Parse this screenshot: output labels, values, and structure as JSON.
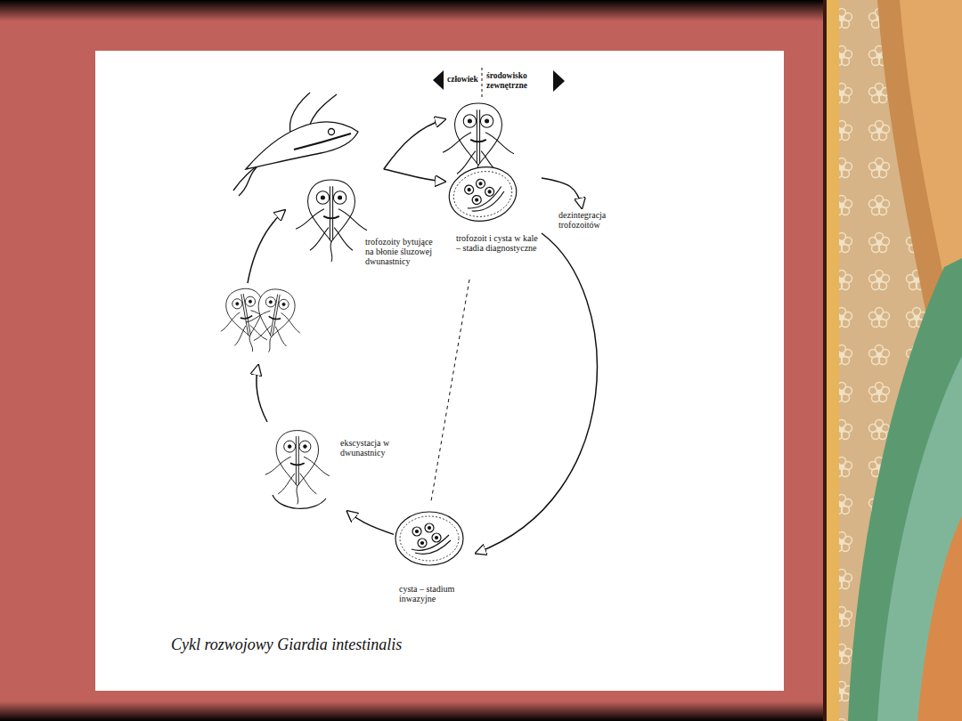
{
  "diagram": {
    "caption": "Cykl rozwojowy Giardia intestinalis",
    "nodes": [
      {
        "text": [
          "trofozoity bytujące na błonie śluzowej dwunastnicy"
        ]
      },
      {
        "text": [
          "trofozoit i cysta w kale – stadia diagnostyczne"
        ]
      },
      {
        "text": [
          "dezintegracja trofozoitów"
        ]
      },
      {
        "text": [
          "cysta – stadium inwazyjne"
        ]
      },
      {
        "text": [
          "ekscystacja w dwunastnicy"
        ]
      }
    ],
    "edges": [
      {
        "from": 0,
        "to": 1,
        "arrow": "to"
      },
      {
        "from": 1,
        "to": 2,
        "arrow": "to"
      },
      {
        "from": 1,
        "to": 3,
        "arrow": "to"
      },
      {
        "from": 3,
        "to": 4,
        "arrow": "to"
      }
    ],
    "labels": [
      "człowiek",
      "środowisko zewnętrzne"
    ]
  }
}
